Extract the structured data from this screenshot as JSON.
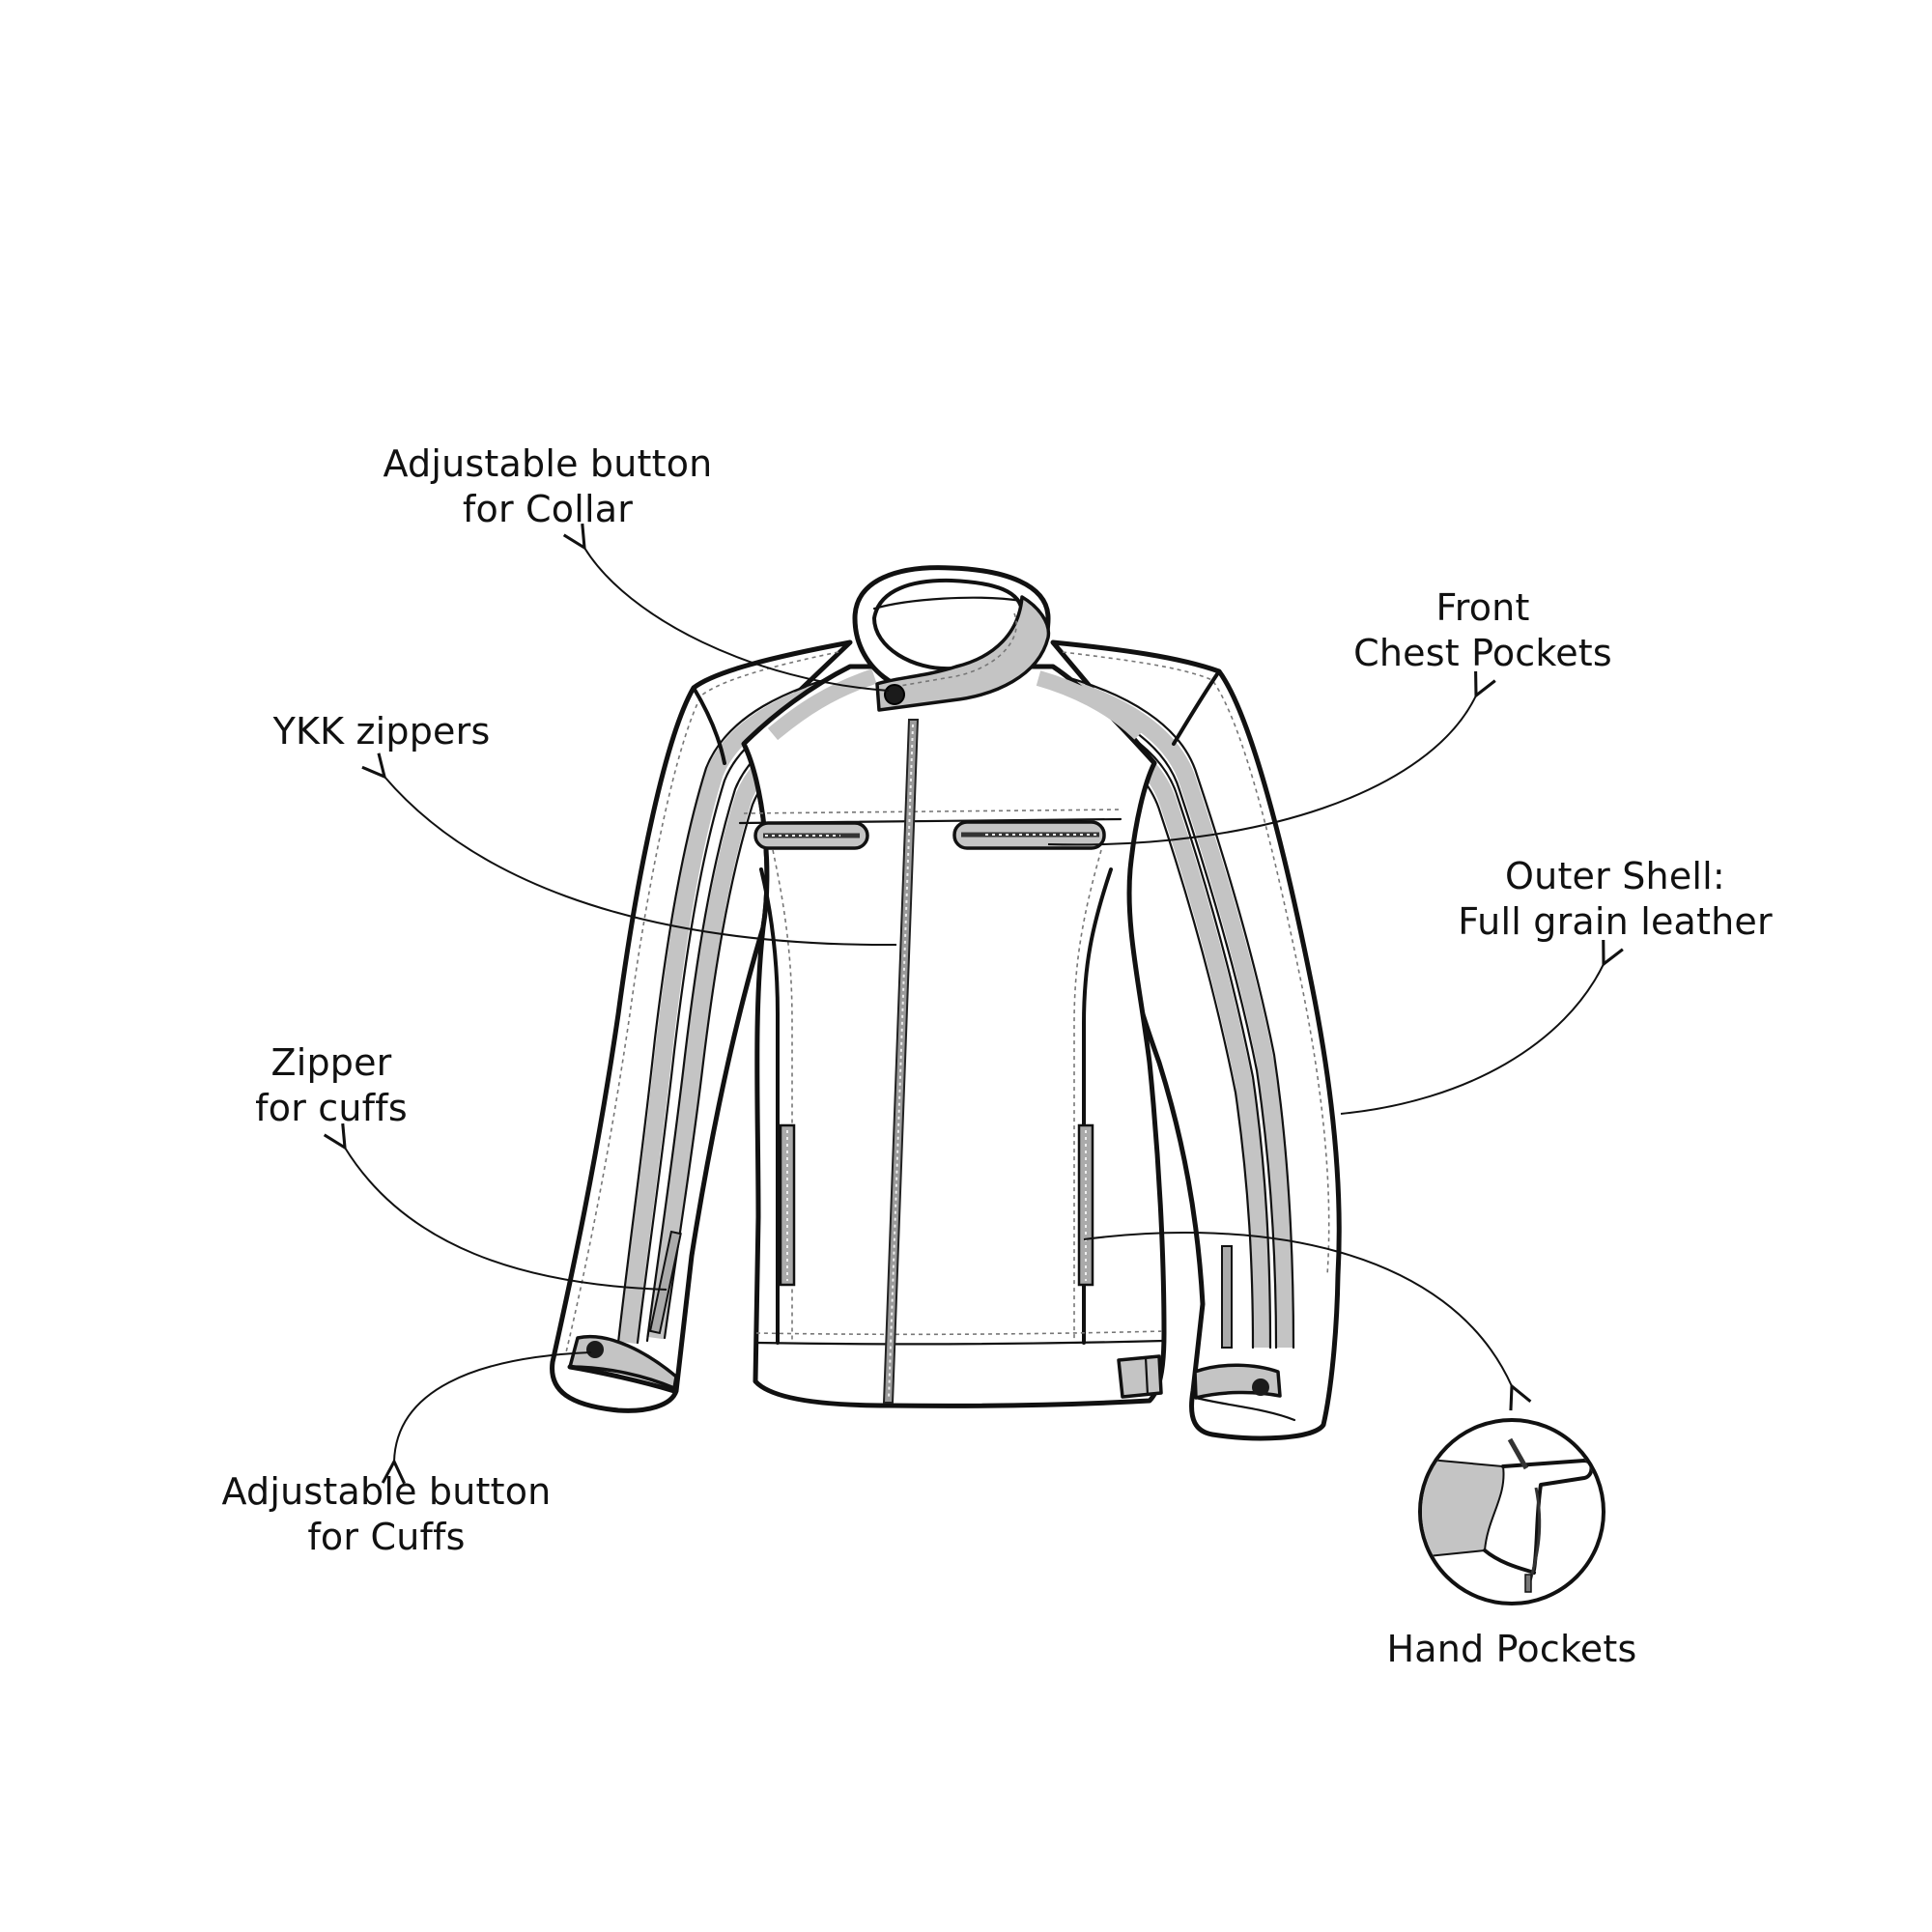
{
  "diagram": {
    "subject": "Leather motorcycle jacket technical flat sketch with feature callouts",
    "colors": {
      "outline": "#111111",
      "accent_panel": "#c4c4c4",
      "background": "#ffffff"
    },
    "callouts": [
      {
        "id": "collar-button",
        "lines": [
          "Adjustable button",
          "for Collar"
        ]
      },
      {
        "id": "chest-pockets",
        "lines": [
          "Front",
          "Chest Pockets"
        ]
      },
      {
        "id": "ykk-zippers",
        "lines": [
          "YKK zippers"
        ]
      },
      {
        "id": "outer-shell",
        "lines": [
          "Outer Shell:",
          "Full grain leather"
        ]
      },
      {
        "id": "cuff-zipper",
        "lines": [
          "Zipper",
          "for cuffs"
        ]
      },
      {
        "id": "cuff-button",
        "lines": [
          "Adjustable button",
          "for Cuffs"
        ]
      },
      {
        "id": "hand-pockets",
        "lines": [
          "Hand Pockets"
        ]
      }
    ]
  }
}
